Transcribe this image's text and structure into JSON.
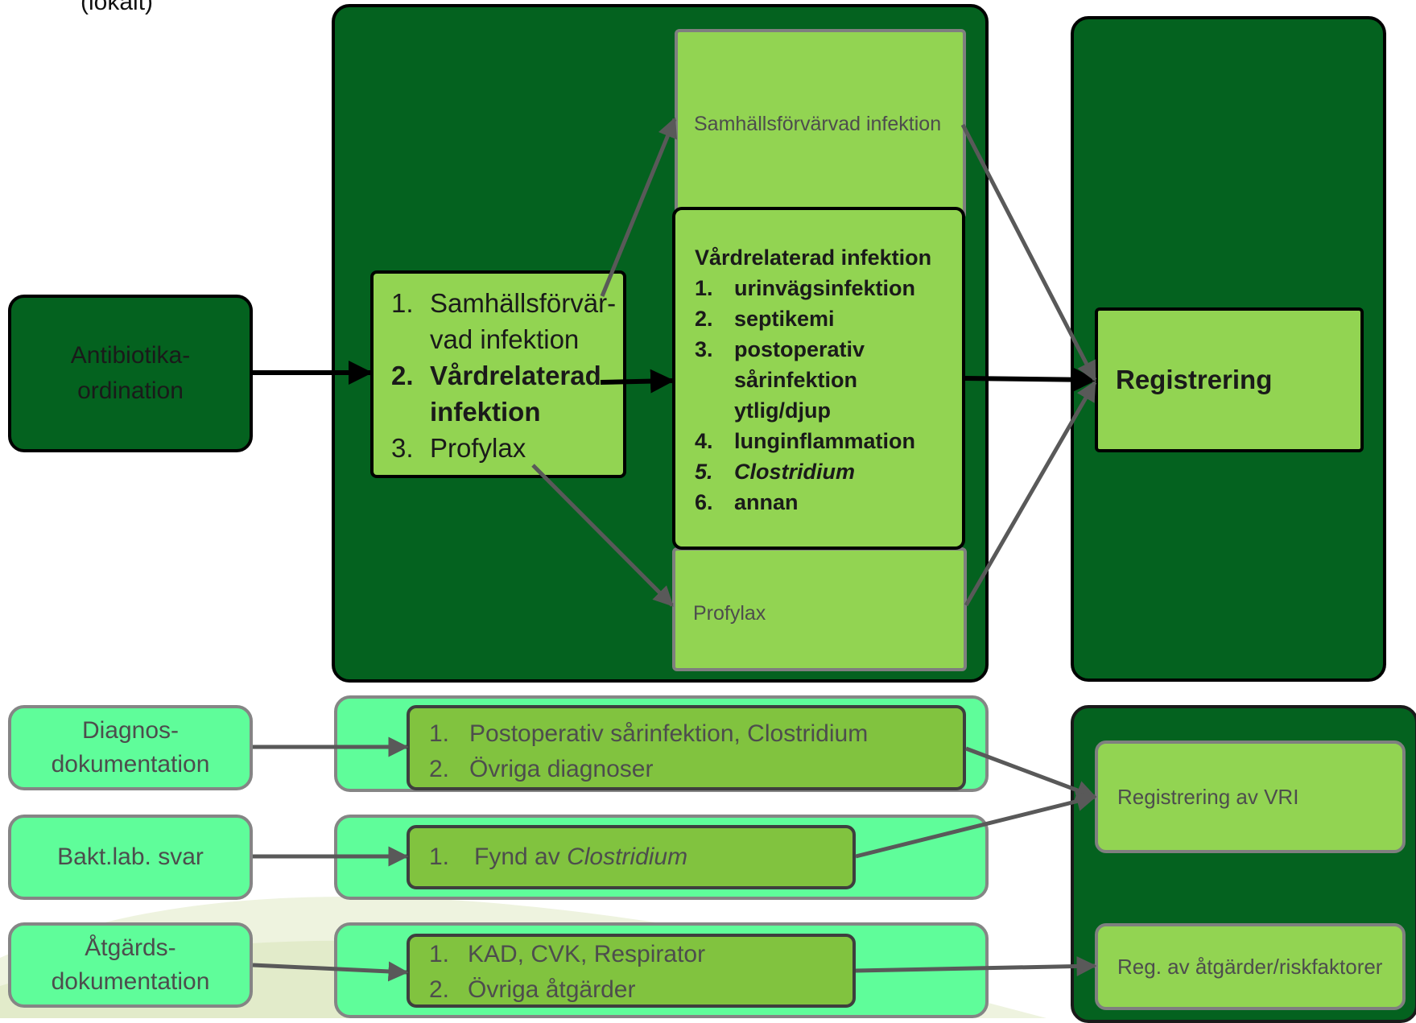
{
  "top_left_fragment": "(lokalt)",
  "colors": {
    "dark_green": "#04621f",
    "mint": "#5ffd9a",
    "lime": "#92d452",
    "olive": "#81c33f",
    "arrow_black": "#000000",
    "arrow_grey": "#595959"
  },
  "antibiotika": {
    "line1": "Antibiotika-",
    "line2": "ordination"
  },
  "indication": {
    "items": [
      {
        "num": "1.",
        "text1": "Samhällsförvär-",
        "text2": "vad infektion"
      },
      {
        "num": "2.",
        "text1": "Vårdrelaterad",
        "text2": "infektion"
      },
      {
        "num": "3.",
        "text1": "Profylax"
      }
    ]
  },
  "samhall_box": "Samhällsförvärvad  infektion",
  "vri_box": {
    "title": "Vårdrelaterad infektion",
    "items": [
      {
        "num": "1.",
        "text": "urinvägsinfektion"
      },
      {
        "num": "2.",
        "text": "septikemi"
      },
      {
        "num": "3.",
        "lines": [
          "postoperativ",
          "sårinfektion",
          "ytlig/djup"
        ]
      },
      {
        "num": "4.",
        "text": "lunginflammation"
      },
      {
        "num": "5.",
        "text": "Clostridium"
      },
      {
        "num": "6.",
        "text": "annan"
      }
    ]
  },
  "profylax_box": "Profylax",
  "registrering": "Registrering",
  "bottom": {
    "diagnos": {
      "line1": "Diagnos-",
      "line2": "dokumentation"
    },
    "bakt": "Bakt.lab. svar",
    "atgards": {
      "line1": "Åtgärds-",
      "line2": "dokumentation"
    },
    "diag_list": [
      {
        "num": "1.",
        "text": "Postoperativ sårinfektion, Clostridium"
      },
      {
        "num": "2.",
        "text": "Övriga diagnoser"
      }
    ],
    "fynd": {
      "num": "1.",
      "text": "Fynd av ",
      "italic": "Clostridium"
    },
    "atg_list": [
      {
        "num": "1.",
        "text": "KAD, CVK, Respirator"
      },
      {
        "num": "2.",
        "text": "Övriga åtgärder"
      }
    ],
    "reg_vri": "Registrering av VRI",
    "reg_atg": "Reg. av åtgärder/riskfaktorer"
  }
}
